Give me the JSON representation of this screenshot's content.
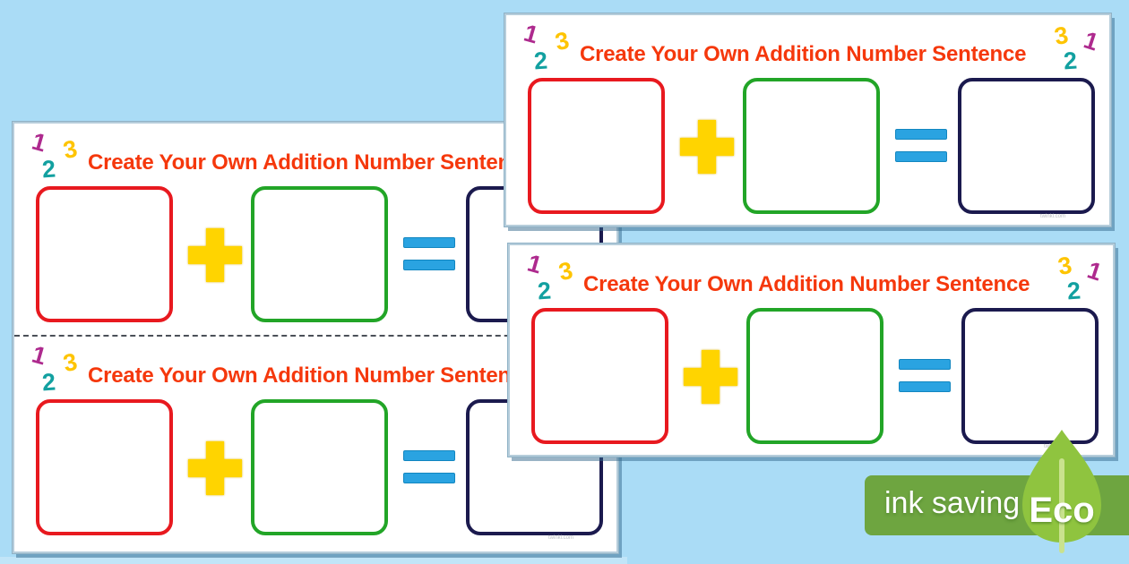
{
  "card": {
    "title": "Create Your Own Addition Number Sentence",
    "numbers_left": [
      "1",
      "2",
      "3"
    ],
    "numbers_right": [
      "3",
      "2",
      "1"
    ],
    "watermark": "twinkl.com"
  },
  "eco_badge": {
    "ink_saving_label": "ink saving",
    "eco_label": "Eco"
  },
  "colors": {
    "background": "#aadcf6",
    "card_background": "#ffffff",
    "title_text": "#f5380c",
    "number_1": "#ae2a8e",
    "number_2": "#12a0a0",
    "number_3": "#fec400",
    "addend_box_red": "#e8191f",
    "addend_box_green": "#22a527",
    "sum_box_navy": "#1b1a4e",
    "plus_yellow": "#ffd400",
    "equals_blue": "#2aa3e1",
    "eco_banner_green": "#6ea540",
    "eco_leaf_green": "#8fc43f"
  }
}
